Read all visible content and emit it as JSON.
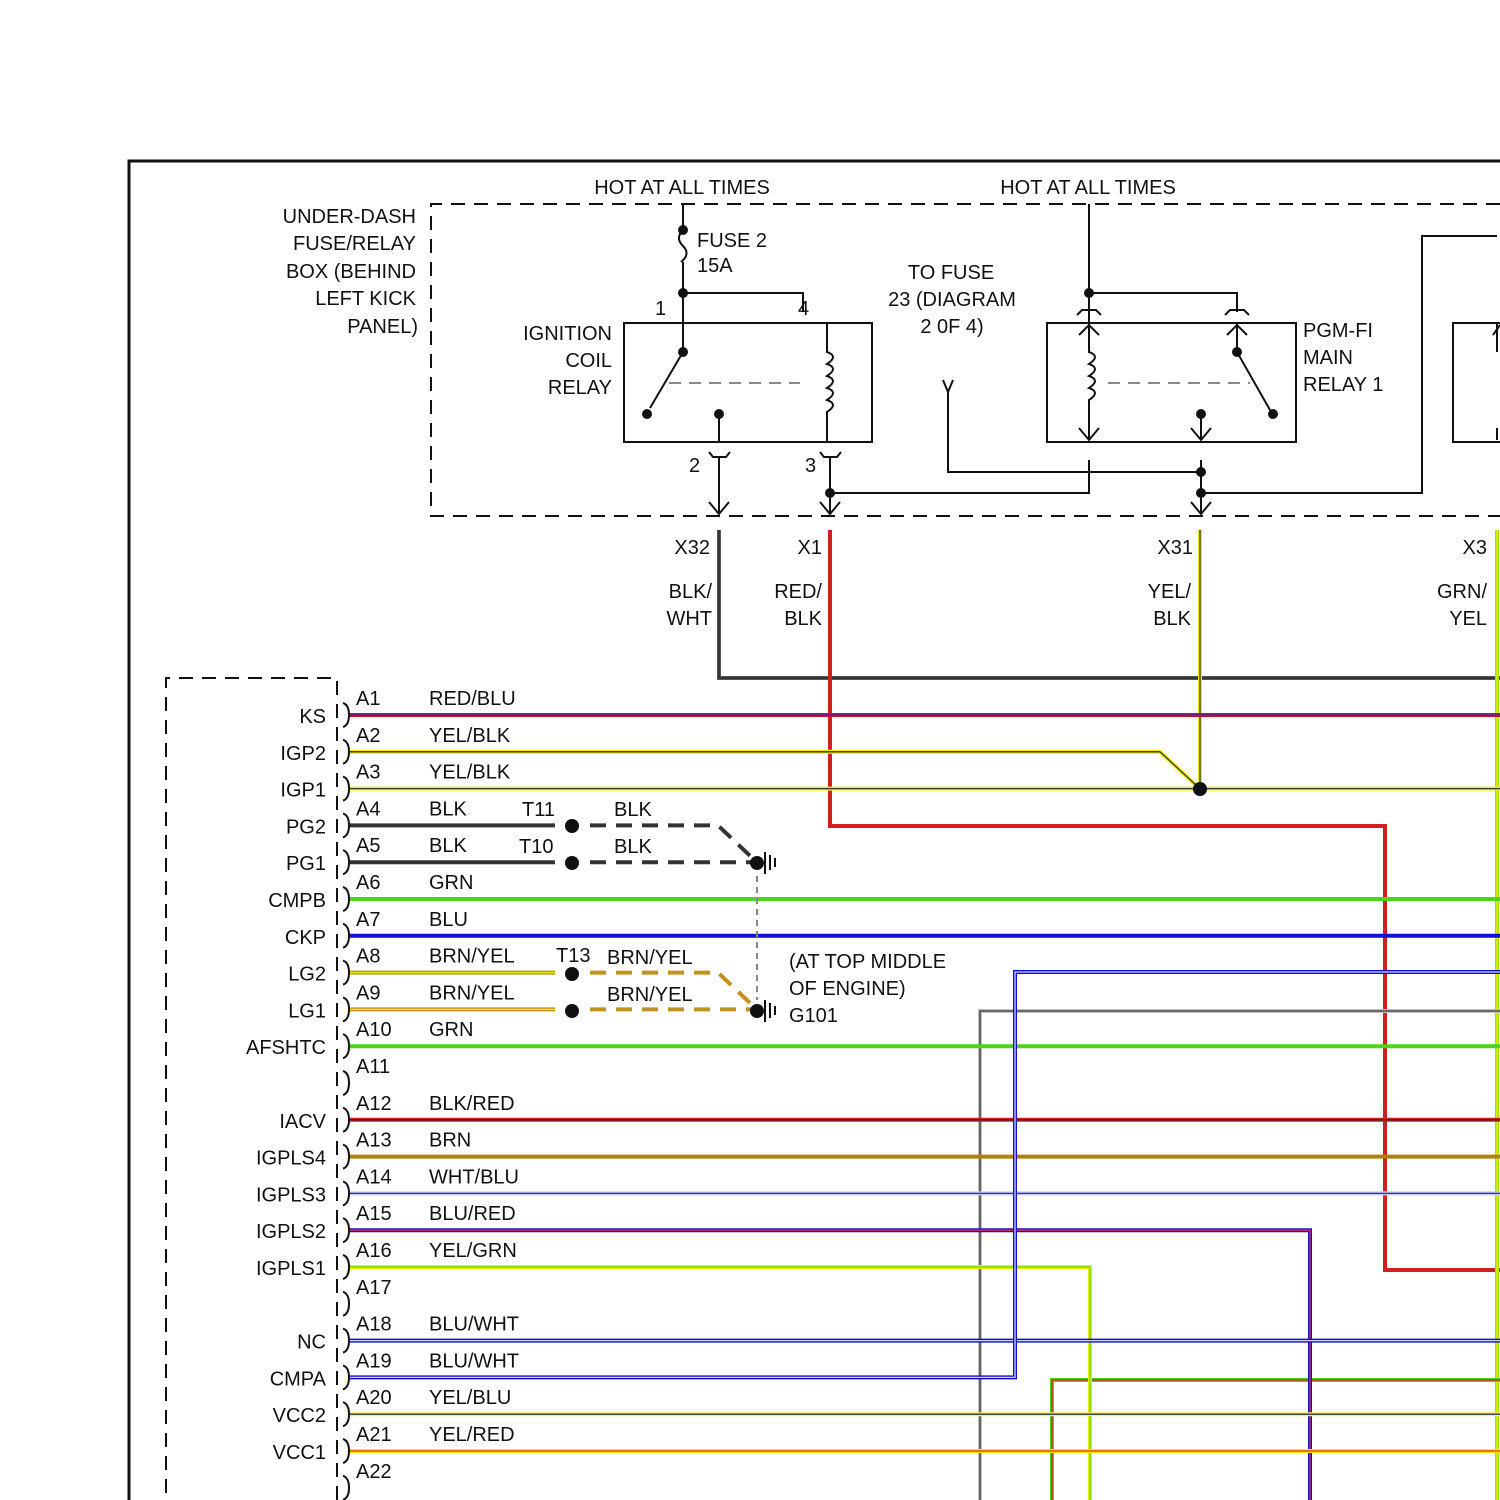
{
  "top_labels": {
    "hot1": "HOT AT ALL TIMES",
    "hot2": "HOT AT ALL TIMES"
  },
  "fuse_box": {
    "lines": [
      "UNDER-DASH",
      "FUSE/RELAY",
      "BOX (BEHIND",
      "LEFT KICK",
      "PANEL)"
    ]
  },
  "fuse": {
    "name": "FUSE 2",
    "rating": "15A"
  },
  "ignition_relay": {
    "lines": [
      "IGNITION",
      "COIL",
      "RELAY"
    ],
    "pins": [
      "1",
      "4",
      "2",
      "3"
    ]
  },
  "to_fuse": {
    "lines": [
      "TO FUSE",
      "23 (DIAGRAM",
      "2 0F 4)"
    ]
  },
  "main_relay": {
    "lines": [
      "PGM-FI",
      "MAIN",
      "RELAY 1"
    ]
  },
  "terminals": [
    {
      "id": "X32",
      "color_lines": [
        "BLK/",
        "WHT"
      ]
    },
    {
      "id": "X1",
      "color_lines": [
        "RED/",
        "BLK"
      ]
    },
    {
      "id": "X31",
      "color_lines": [
        "YEL/",
        "BLK"
      ]
    },
    {
      "id": "X3",
      "color_lines": [
        "GRN/",
        "YEL"
      ]
    }
  ],
  "ecm_pins": [
    {
      "pin": "A1",
      "signal": "KS",
      "wire": "RED/BLU",
      "colors": [
        "#c8102e",
        "#3030c0"
      ]
    },
    {
      "pin": "A2",
      "signal": "IGP2",
      "wire": "YEL/BLK",
      "colors": [
        "#f0f000",
        "#333333"
      ]
    },
    {
      "pin": "A3",
      "signal": "IGP1",
      "wire": "YEL/BLK",
      "colors": [
        "#f0f000",
        "#333333"
      ]
    },
    {
      "pin": "A4",
      "signal": "PG2",
      "wire": "BLK",
      "colors": [
        "#333333",
        "#333333"
      ]
    },
    {
      "pin": "A5",
      "signal": "PG1",
      "wire": "BLK",
      "colors": [
        "#333333",
        "#333333"
      ]
    },
    {
      "pin": "A6",
      "signal": "CMPB",
      "wire": "GRN",
      "colors": [
        "#50d020",
        "#50d020"
      ]
    },
    {
      "pin": "A7",
      "signal": "CKP",
      "wire": "BLU",
      "colors": [
        "#1010d0",
        "#1010d0"
      ]
    },
    {
      "pin": "A8",
      "signal": "LG2",
      "wire": "BRN/YEL",
      "colors": [
        "#c09020",
        "#f0f000"
      ]
    },
    {
      "pin": "A9",
      "signal": "LG1",
      "wire": "BRN/YEL",
      "colors": [
        "#c09020",
        "#f0f000"
      ]
    },
    {
      "pin": "A10",
      "signal": "AFSHTC",
      "wire": "GRN",
      "colors": [
        "#50d020",
        "#50d020"
      ]
    },
    {
      "pin": "A11",
      "signal": "",
      "wire": "",
      "colors": []
    },
    {
      "pin": "A12",
      "signal": "IACV",
      "wire": "BLK/RED",
      "colors": [
        "#d02020",
        "#3a2020"
      ]
    },
    {
      "pin": "A13",
      "signal": "IGPLS4",
      "wire": "BRN",
      "colors": [
        "#b08010",
        "#b08010"
      ]
    },
    {
      "pin": "A14",
      "signal": "IGPLS3",
      "wire": "WHT/BLU",
      "colors": [
        "#c8c8ff",
        "#3030b0"
      ]
    },
    {
      "pin": "A15",
      "signal": "IGPLS2",
      "wire": "BLU/RED",
      "colors": [
        "#2010b0",
        "#d03060"
      ]
    },
    {
      "pin": "A16",
      "signal": "IGPLS1",
      "wire": "YEL/GRN",
      "colors": [
        "#e8f000",
        "#70d020"
      ]
    },
    {
      "pin": "A17",
      "signal": "",
      "wire": "",
      "colors": []
    },
    {
      "pin": "A18",
      "signal": "NC",
      "wire": "BLU/WHT",
      "colors": [
        "#1010c0",
        "#d0d0ff"
      ]
    },
    {
      "pin": "A19",
      "signal": "CMPA",
      "wire": "BLU/WHT",
      "colors": [
        "#1010c0",
        "#d0d0ff"
      ]
    },
    {
      "pin": "A20",
      "signal": "VCC2",
      "wire": "YEL/BLU",
      "colors": [
        "#f0f060",
        "#303060"
      ]
    },
    {
      "pin": "A21",
      "signal": "VCC1",
      "wire": "YEL/RED",
      "colors": [
        "#f8e800",
        "#e03000"
      ]
    },
    {
      "pin": "A22",
      "signal": "",
      "wire": "",
      "colors": []
    }
  ],
  "ground": {
    "t11": "T11",
    "t10": "T10",
    "t13": "T13",
    "blk1": "BLK",
    "blk2": "BLK",
    "brnyel1": "BRN/YEL",
    "brnyel2": "BRN/YEL",
    "note_lines": [
      "(AT TOP MIDDLE",
      "OF ENGINE)",
      "G101"
    ]
  }
}
